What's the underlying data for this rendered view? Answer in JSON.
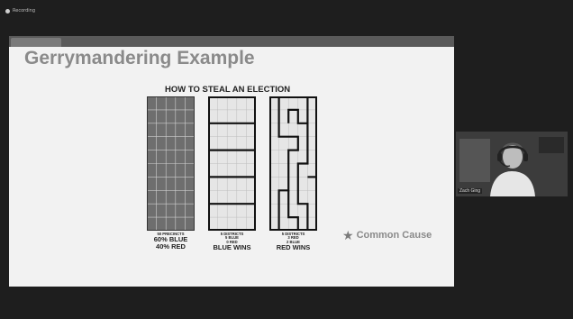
{
  "meeting": {
    "recording_label": "Recording"
  },
  "slide": {
    "title": "Gerrymandering Example",
    "subtitle": "HOW TO STEAL AN ELECTION",
    "panels": [
      {
        "lines": [
          "50 PRECINCTS"
        ],
        "big": [
          "60% BLUE",
          "40% RED"
        ]
      },
      {
        "lines": [
          "5 DISTRICTS",
          "5 BLUE",
          "0 RED"
        ],
        "big": [
          "BLUE WINS"
        ]
      },
      {
        "lines": [
          "5 DISTRICTS",
          "3 RED",
          "2 BLUE"
        ],
        "big": [
          "RED WINS"
        ]
      }
    ],
    "logo_text": "Common Cause"
  },
  "participant": {
    "name": "Zach Ging"
  },
  "colors": {
    "grid_fill": "#6e6e6e",
    "grid_line": "#cfcfcf",
    "district_line": "#111111"
  }
}
